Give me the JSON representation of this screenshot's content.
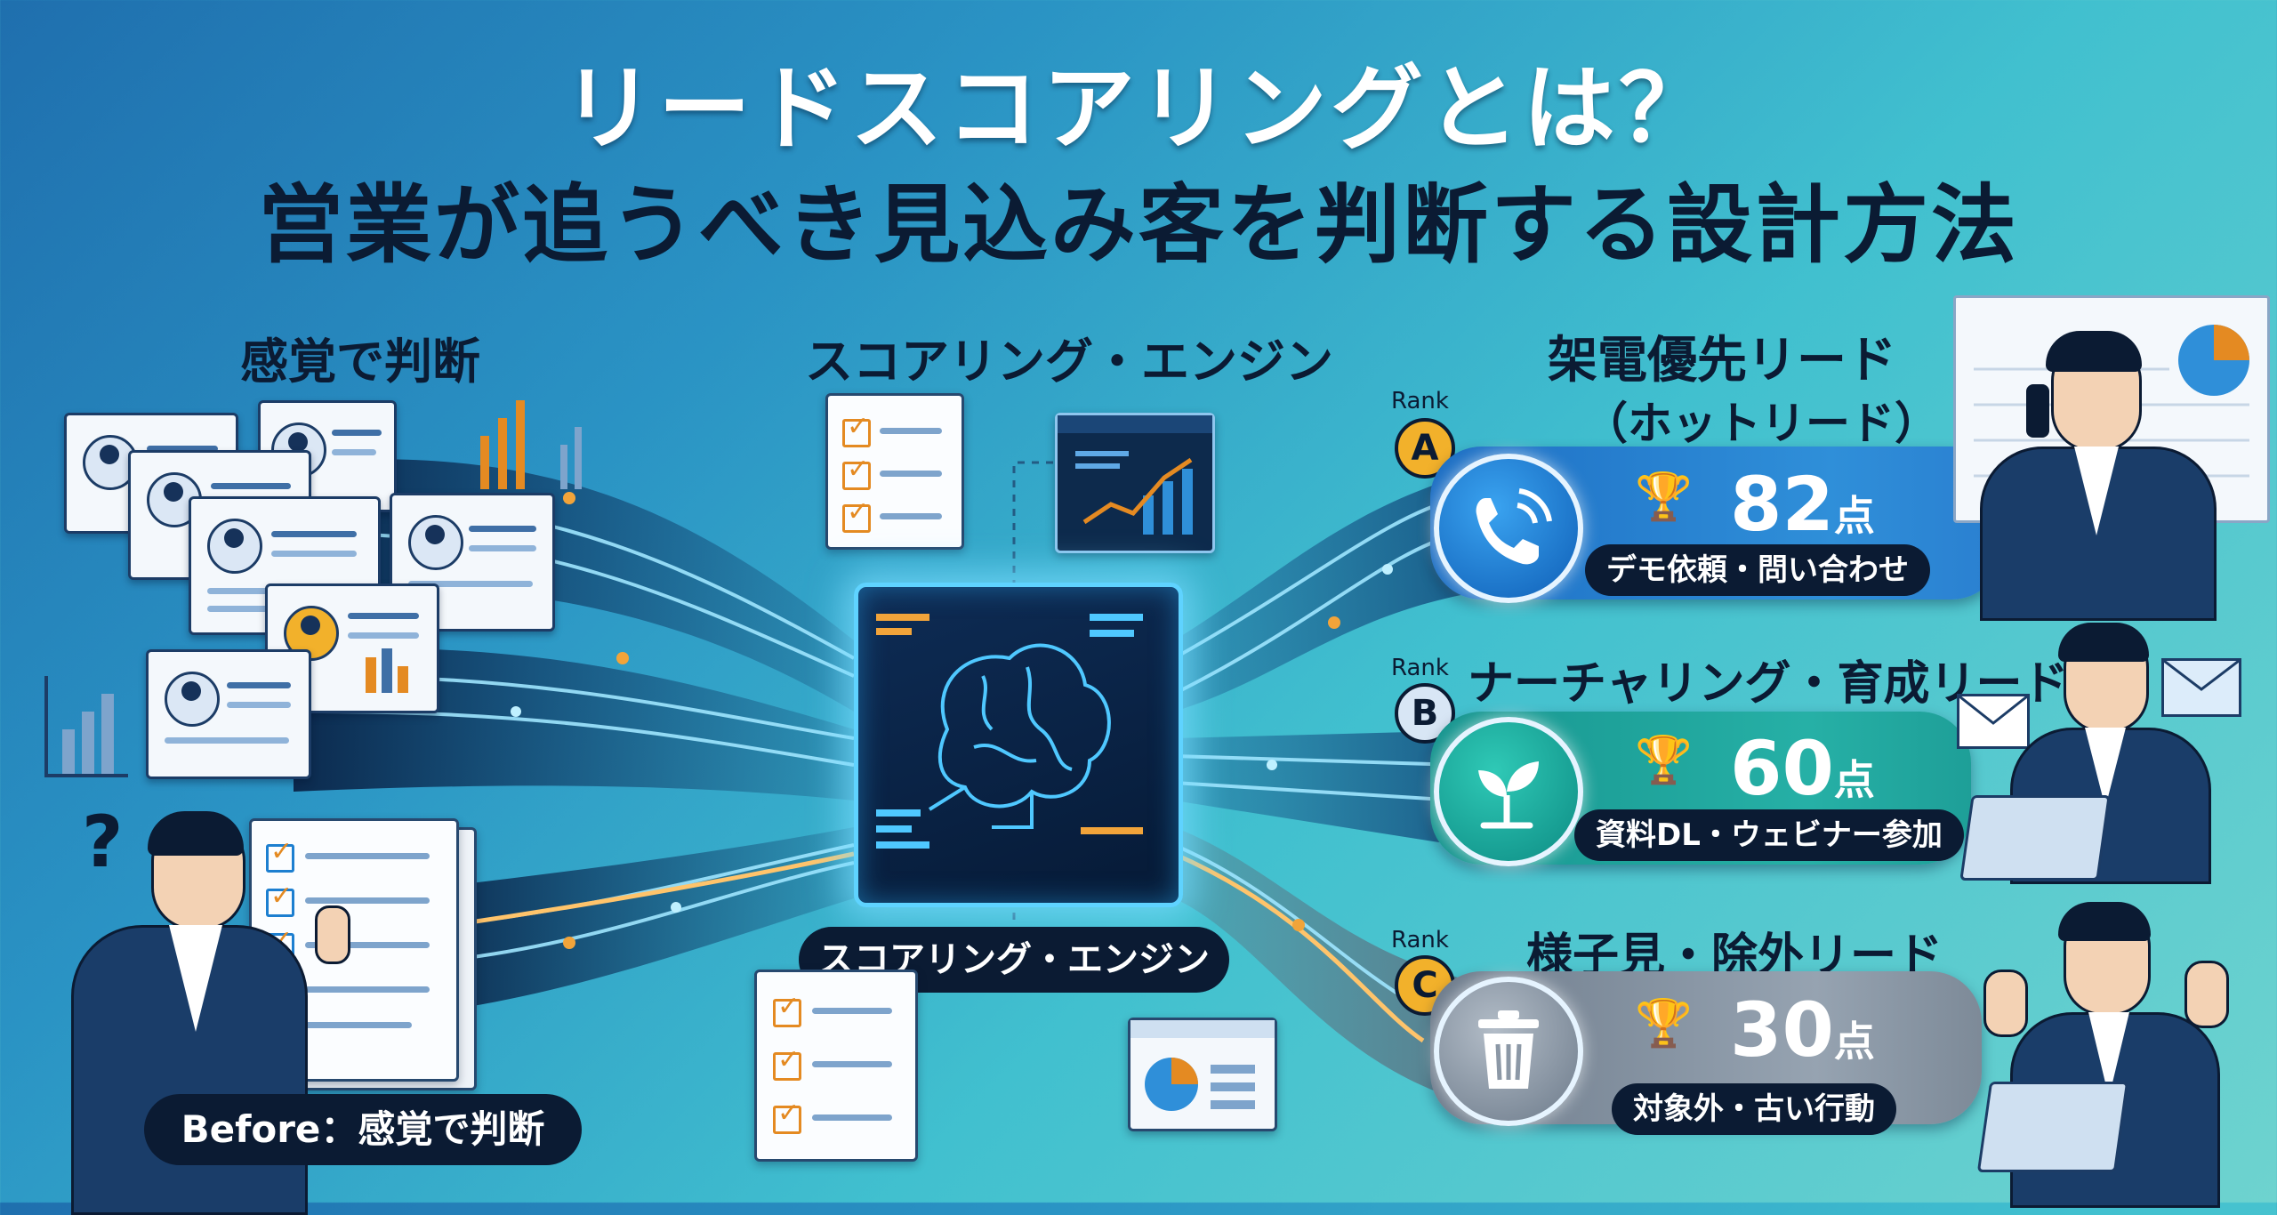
{
  "title": {
    "line1": "リードスコアリングとは？",
    "line2": "営業が追うべき見込み客を判断する設計方法"
  },
  "left": {
    "heading": "感覚で判断",
    "question_mark": "?",
    "before_label": "Before：感覚で判断"
  },
  "center": {
    "heading": "スコアリング・エンジン",
    "engine_label": "スコアリング・エンジン"
  },
  "ranks": [
    {
      "rank_word": "Rank",
      "letter": "A",
      "title_line1": "架電優先リード",
      "title_line2": "（ホットリード）",
      "score_value": "82",
      "score_unit": "点",
      "tag": "デモ依頼・問い合わせ",
      "icon": "phone-icon",
      "color": "#1e6fc4"
    },
    {
      "rank_word": "Rank",
      "letter": "B",
      "title_line1": "ナーチャリング・育成リード",
      "score_value": "60",
      "score_unit": "点",
      "tag": "資料DL・ウェビナー参加",
      "icon": "sprout-icon",
      "color": "#17958f"
    },
    {
      "rank_word": "Rank",
      "letter": "C",
      "title_line1": "様子見・除外リード",
      "score_value": "30",
      "score_unit": "点",
      "tag": "対象外・古い行動",
      "icon": "trash-icon",
      "color": "#6e7c8c"
    }
  ],
  "colors": {
    "accent_orange": "#e48a22",
    "dark_navy": "#0b1b33",
    "glow_cyan": "#5fd3ff",
    "gold": "#f2b12b"
  }
}
